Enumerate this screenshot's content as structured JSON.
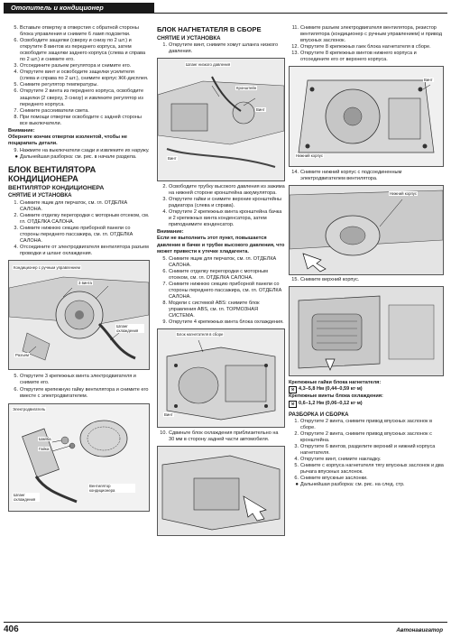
{
  "header": {
    "section": "Отопитель и кондиционер"
  },
  "footer": {
    "page": "406",
    "brand": "Автонавигатор"
  },
  "col1": {
    "items_a": [
      {
        "n": "5.",
        "t": "Вставьте отвертку в отверстия с обратной стороны блока управления и снимите 6 ламп подсветки."
      },
      {
        "n": "6.",
        "t": "Освободите защелки (сверху и снизу по 2 шт.) и открутите 8 винтов из переднего корпуса, затем освободите защелки заднего корпуса (слева и справа по 2 шт.) и снимите его."
      },
      {
        "n": "3.",
        "t": "Отсоедините разъем регулятора и снимите его."
      },
      {
        "n": "4.",
        "t": "Открутите винт и освободите защелки усилителя (слева и справа по 2 шт.), снимите корпус ЖК-дисплея."
      },
      {
        "n": "5.",
        "t": "Снимите регулятор температуры."
      },
      {
        "n": "6.",
        "t": "Открутите 2 винта из переднего корпуса, освободите защелки (2 сверху, 3 снизу) и извлеките регулятор из переднего корпуса."
      },
      {
        "n": "7.",
        "t": "Снимите рассеиватели света."
      },
      {
        "n": "8.",
        "t": "При помощи отвертки освободите с задней стороны все выключатели."
      }
    ],
    "warn_title": "Внимание:",
    "warn_text": "Оберните кончик отвертки изолентой, чтобы не поцарапать детали.",
    "items_b": [
      {
        "n": "9.",
        "t": "Нажмите на выключатели сзади и извлеките их наружу."
      },
      {
        "n": "●",
        "t": "Дальнейшая разборка: см. рис. в начале раздела.",
        "bul": true
      }
    ],
    "section_title": "Блок вентилятора кондиционера",
    "sub_title": "Вентилятор кондиционера",
    "sub_sub_title": "Снятие и установка",
    "items_c": [
      {
        "n": "1.",
        "t": "Снимите ящик для перчаток, см. гл. ОТДЕЛКА САЛОНА."
      },
      {
        "n": "2.",
        "t": "Снимите отделку перегородки с моторным отсеком, см. гл. ОТДЕЛКА САЛОНА."
      },
      {
        "n": "3.",
        "t": "Снимите нижнюю секцию приборной панели со стороны переднего пассажира, см. гл. ОТДЕЛКА САЛОНА."
      },
      {
        "n": "4.",
        "t": "Отсоедините от электродвигателя вентилятора разъем проводки и шланг охлаждения."
      }
    ],
    "fig1": {
      "l1": "Кондиционер с ручным управлением",
      "l2": "3 винта",
      "l3": "Шланг охлаждения",
      "l4": "Разъем"
    },
    "items_d": [
      {
        "n": "5.",
        "t": "Открутите 3 крепежных винта электродвигателя и снимите его."
      },
      {
        "n": "6.",
        "t": "Открутите крепежную гайку вентилятора и снимите его вместе с электродвигателем."
      }
    ],
    "fig2": {
      "l1": "Электродвигатель",
      "l2": "Шайба",
      "l3": "Гайка",
      "l4": "Шланг охлаждения",
      "l5": "Вентилятор кондиционера"
    }
  },
  "col2": {
    "section_title": "Блок нагнетателя в сборе",
    "sub_title": "Снятие и установка",
    "items_a": [
      {
        "n": "1.",
        "t": "Открутите винт, снимите хомут шланга низкого давления."
      }
    ],
    "fig1": {
      "l1": "Шланг низкого давления",
      "l2": "Кронштейн",
      "l3": "Винт",
      "l4": "Винт"
    },
    "items_b": [
      {
        "n": "2.",
        "t": "Освободите трубку высокого давления из зажима на нижней стороне кронштейна аккумулятора."
      },
      {
        "n": "3.",
        "t": "Открутите гайки и снимите верхние кронштейны радиатора (слева и справа)."
      },
      {
        "n": "4.",
        "t": "Открутите 2 крепежных винта кронштейна бачка и 2 крепежных винта конденсатора, затем приподнимите конденсатор."
      }
    ],
    "warn_title": "Внимание:",
    "warn_text": "Если не выполнить этот пункт, повышается давление в бачке и трубке высокого давления, что может привести к утечке хладагента.",
    "items_c": [
      {
        "n": "5.",
        "t": "Снимите ящик для перчаток, см. гл. ОТДЕЛКА САЛОНА."
      },
      {
        "n": "6.",
        "t": "Снимите отделку перегородки с моторным отсеком, см. гл. ОТДЕЛКА САЛОНА."
      },
      {
        "n": "7.",
        "t": "Снимите нижнюю секцию приборной панели со стороны переднего пассажира, см. гл. ОТДЕЛКА САЛОНА."
      },
      {
        "n": "8.",
        "t": "Модели с системой ABS: снимите блок управления ABS, см. гл. ТОРМОЗНАЯ СИСТЕМА."
      },
      {
        "n": "9.",
        "t": "Открутите 4 крепежных винта блока охлаждения."
      }
    ],
    "fig2": {
      "l1": "Блок нагнетателя в сборе",
      "l2": "Винт"
    },
    "items_d": [
      {
        "n": "10.",
        "t": "Сдвиньте блок охлаждения приблизительно на 30 мм в сторону задней части автомобиля."
      }
    ]
  },
  "col3": {
    "items_a": [
      {
        "n": "11.",
        "t": "Снимите разъем электродвигателя вентилятора, резистор вентилятора (кондиционер с ручным управлением) и привод впускных заслонок."
      },
      {
        "n": "12.",
        "t": "Открутите 8 крепежных гаек блока нагнетателя в сборе."
      },
      {
        "n": "13.",
        "t": "Открутите 8 крепежных винтов нижнего корпуса и отсоедините его от верхнего корпуса."
      }
    ],
    "fig1": {
      "l1": "Винт",
      "l2": "Нижний корпус"
    },
    "items_b": [
      {
        "n": "14.",
        "t": "Снимите нижний корпус с подсоединенным электродвигателем вентилятора."
      }
    ],
    "fig2": {
      "l1": "Нижний корпус"
    },
    "items_c": [
      {
        "n": "15.",
        "t": "Снимите верхний корпус."
      }
    ],
    "torque1_title": "Крепежные гайки блока нагнетателя:",
    "torque1_value": "4,3–5,8 Нм (0,44–0,59 кг·м)",
    "torque2_title": "Крепежные винты блока охлаждения:",
    "torque2_value": "0,6–1,2 Нм (0,06–0,12 кг·м)",
    "sub_title": "Разборка и сборка",
    "items_d": [
      {
        "n": "1.",
        "t": "Открутите 2 винта, снимите привод впускных заслонок в сборе."
      },
      {
        "n": "2.",
        "t": "Открутите 2 винта, снимите привод впускных заслонок с кронштейна."
      },
      {
        "n": "3.",
        "t": "Открутите 6 винтов, разделите верхний и нижний корпуса нагнетателя."
      },
      {
        "n": "4.",
        "t": "Открутите винт, снимите накладку."
      },
      {
        "n": "5.",
        "t": "Снимите с корпуса нагнетателя тягу впускных заслонок и два рычага впускных заслонок."
      },
      {
        "n": "6.",
        "t": "Снимите впускные заслонки."
      },
      {
        "n": "●",
        "t": "Дальнейшая разборка: см. рис. на след. стр.",
        "bul": true
      }
    ]
  }
}
